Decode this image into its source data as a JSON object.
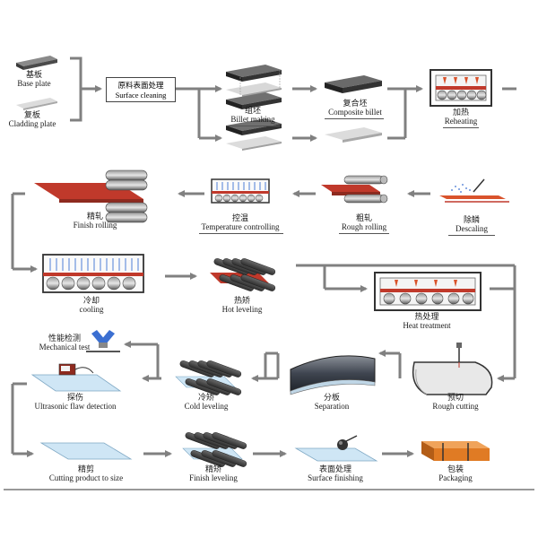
{
  "inputs": {
    "base_plate": {
      "zh": "基板",
      "en": "Base plate"
    },
    "cladding_plate": {
      "zh": "复板",
      "en": "Cladding plate"
    }
  },
  "steps": {
    "surface_cleaning": {
      "zh": "原料表面处理",
      "en": "Surface cleaning"
    },
    "billet_making": {
      "zh": "组坯",
      "en": "Billet making"
    },
    "composite_billet": {
      "zh": "复合坯",
      "en": "Composite billet"
    },
    "reheating": {
      "zh": "加热",
      "en": "Reheating"
    },
    "descaling": {
      "zh": "除鳞",
      "en": "Descaling"
    },
    "rough_rolling": {
      "zh": "粗轧",
      "en": "Rough rolling"
    },
    "temperature_controlling": {
      "zh": "控温",
      "en": "Temperature controlling"
    },
    "finish_rolling": {
      "zh": "精轧",
      "en": "Finish rolling"
    },
    "cooling": {
      "zh": "冷却",
      "en": "cooling"
    },
    "hot_leveling": {
      "zh": "热矫",
      "en": "Hot leveling"
    },
    "heat_treatment": {
      "zh": "热处理",
      "en": "Heat treatment"
    },
    "mechanical_test": {
      "zh": "性能检测",
      "en": "Mechanical test"
    },
    "ultrasonic": {
      "zh": "探伤",
      "en": "Ultrasonic flaw detection"
    },
    "cold_leveling": {
      "zh": "冷矫",
      "en": "Cold leveling"
    },
    "separation": {
      "zh": "分板",
      "en": "Separation"
    },
    "rough_cutting": {
      "zh": "预切",
      "en": "Rough cutting"
    },
    "cutting_to_size": {
      "zh": "精剪",
      "en": "Cutting product to size"
    },
    "finish_leveling": {
      "zh": "精矫",
      "en": "Finish leveling"
    },
    "surface_finishing": {
      "zh": "表面处理",
      "en": "Surface finishing"
    },
    "packaging": {
      "zh": "包装",
      "en": "Packaging"
    }
  },
  "colors": {
    "plate_dark": "#3c3c3c",
    "plate_light": "#c8c8c8",
    "hot_plate": "#c0392b",
    "orange_plate": "#d9532c",
    "glass": "#cfe6f5",
    "arrow": "#808080",
    "package": "#e07b24"
  }
}
